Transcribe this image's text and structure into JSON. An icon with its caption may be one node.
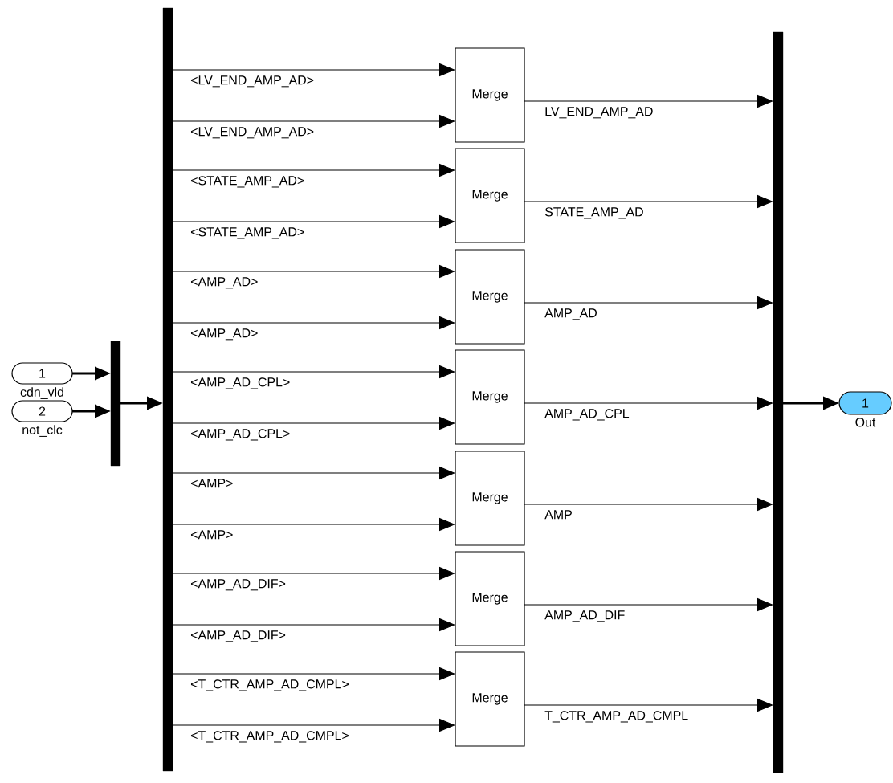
{
  "diagram": {
    "nodes": [
      {
        "text": [
          "1"
        ],
        "beside": [
          "cdn_vld"
        ]
      },
      {
        "text": [
          "2"
        ],
        "beside": [
          "not_clc"
        ]
      },
      {
        "text": [],
        "shape": "bar"
      },
      {
        "text": [],
        "shape": "bar"
      },
      {
        "text": [
          "Merge"
        ]
      },
      {
        "text": [
          "Merge"
        ]
      },
      {
        "text": [
          "Merge"
        ]
      },
      {
        "text": [
          "Merge"
        ]
      },
      {
        "text": [
          "Merge"
        ]
      },
      {
        "text": [
          "Merge"
        ]
      },
      {
        "text": [
          "Merge"
        ]
      },
      {
        "text": [],
        "shape": "bar"
      },
      {
        "text": [
          "1"
        ],
        "beside": [
          "Out"
        ]
      }
    ],
    "edges": [
      {
        "from": 0,
        "to": 2,
        "arrow": "to",
        "style": "thick"
      },
      {
        "from": 1,
        "to": 2,
        "arrow": "to",
        "style": "thick"
      },
      {
        "from": 2,
        "to": 3,
        "arrow": "to",
        "style": "thick"
      },
      {
        "from": 3,
        "to": 4,
        "arrow": "to",
        "label": "<LV_END_AMP_AD>"
      },
      {
        "from": 3,
        "to": 4,
        "arrow": "to",
        "label": "<LV_END_AMP_AD>"
      },
      {
        "from": 4,
        "to": 11,
        "arrow": "to",
        "label": "LV_END_AMP_AD"
      },
      {
        "from": 3,
        "to": 5,
        "arrow": "to",
        "label": "<STATE_AMP_AD>"
      },
      {
        "from": 3,
        "to": 5,
        "arrow": "to",
        "label": "<STATE_AMP_AD>"
      },
      {
        "from": 5,
        "to": 11,
        "arrow": "to",
        "label": "STATE_AMP_AD"
      },
      {
        "from": 3,
        "to": 6,
        "arrow": "to",
        "label": "<AMP_AD>"
      },
      {
        "from": 3,
        "to": 6,
        "arrow": "to",
        "label": "<AMP_AD>"
      },
      {
        "from": 6,
        "to": 11,
        "arrow": "to",
        "label": "AMP_AD"
      },
      {
        "from": 3,
        "to": 7,
        "arrow": "to",
        "label": "<AMP_AD_CPL>"
      },
      {
        "from": 3,
        "to": 7,
        "arrow": "to",
        "label": "<AMP_AD_CPL>"
      },
      {
        "from": 7,
        "to": 11,
        "arrow": "to",
        "label": "AMP_AD_CPL"
      },
      {
        "from": 3,
        "to": 8,
        "arrow": "to",
        "label": "<AMP>"
      },
      {
        "from": 3,
        "to": 8,
        "arrow": "to",
        "label": "<AMP>"
      },
      {
        "from": 8,
        "to": 11,
        "arrow": "to",
        "label": "AMP"
      },
      {
        "from": 3,
        "to": 9,
        "arrow": "to",
        "label": "<AMP_AD_DIF>"
      },
      {
        "from": 3,
        "to": 9,
        "arrow": "to",
        "label": "<AMP_AD_DIF>"
      },
      {
        "from": 9,
        "to": 11,
        "arrow": "to",
        "label": "AMP_AD_DIF"
      },
      {
        "from": 3,
        "to": 10,
        "arrow": "to",
        "label": "<T_CTR_AMP_AD_CMPL>"
      },
      {
        "from": 3,
        "to": 10,
        "arrow": "to",
        "label": "<T_CTR_AMP_AD_CMPL>"
      },
      {
        "from": 10,
        "to": 11,
        "arrow": "to",
        "label": "T_CTR_AMP_AD_CMPL"
      },
      {
        "from": 11,
        "to": 12,
        "arrow": "to",
        "style": "thick"
      }
    ]
  }
}
